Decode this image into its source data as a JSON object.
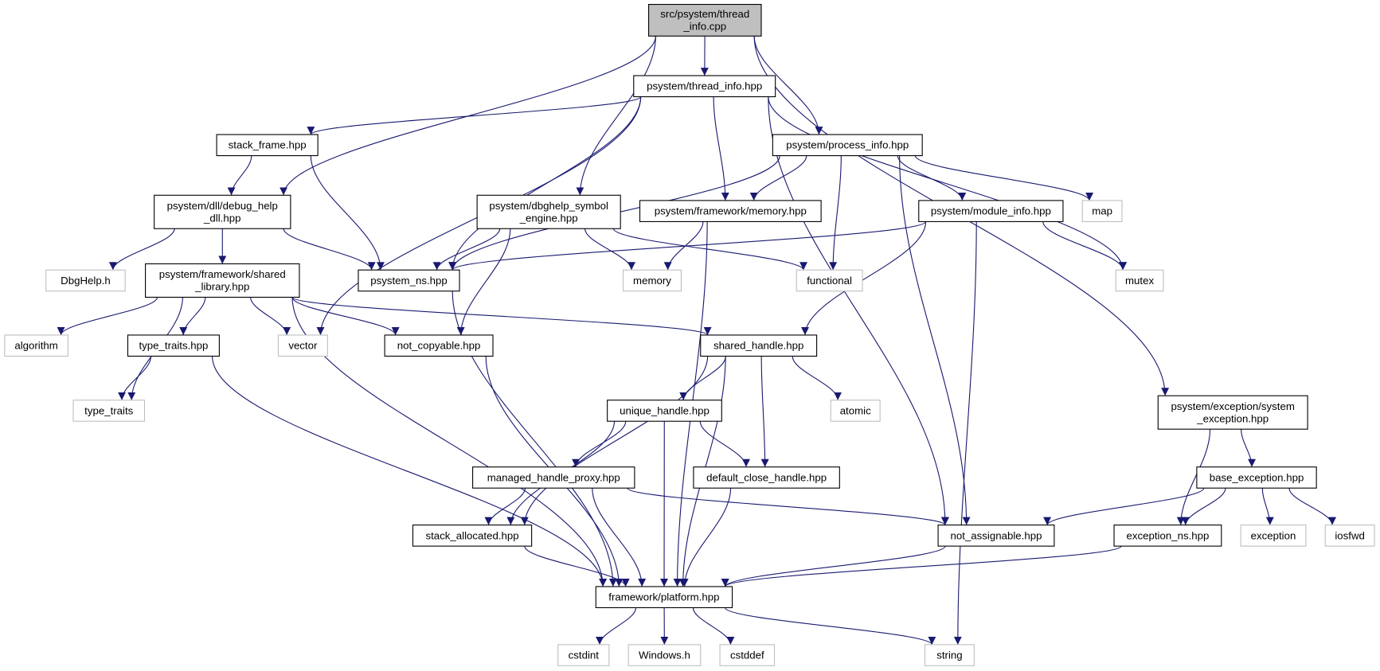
{
  "colors": {
    "edge": "#191970",
    "root_fill": "#bfbfbf",
    "node_border": "#000000",
    "external_border": "#bfbfbf",
    "external_text": "#000000"
  },
  "nodes": [
    {
      "id": "root",
      "label": "src/psystem/thread\n_info.cpp",
      "kind": "root"
    },
    {
      "id": "thread_info",
      "label": "psystem/thread_info.hpp",
      "kind": "file"
    },
    {
      "id": "stack_frame",
      "label": "stack_frame.hpp",
      "kind": "file"
    },
    {
      "id": "process_info",
      "label": "psystem/process_info.hpp",
      "kind": "file"
    },
    {
      "id": "debug_help",
      "label": "psystem/dll/debug_help\n_dll.hpp",
      "kind": "file"
    },
    {
      "id": "dbghelp_symbol",
      "label": "psystem/dbghelp_symbol\n_engine.hpp",
      "kind": "file"
    },
    {
      "id": "memory_hpp",
      "label": "psystem/framework/memory.hpp",
      "kind": "file"
    },
    {
      "id": "module_info",
      "label": "psystem/module_info.hpp",
      "kind": "file"
    },
    {
      "id": "map",
      "label": "map",
      "kind": "external"
    },
    {
      "id": "dbghelp_h",
      "label": "DbgHelp.h",
      "kind": "external"
    },
    {
      "id": "shared_library",
      "label": "psystem/framework/shared\n_library.hpp",
      "kind": "file"
    },
    {
      "id": "psystem_ns",
      "label": "psystem_ns.hpp",
      "kind": "file"
    },
    {
      "id": "memory",
      "label": "memory",
      "kind": "external"
    },
    {
      "id": "functional",
      "label": "functional",
      "kind": "external"
    },
    {
      "id": "mutex",
      "label": "mutex",
      "kind": "external"
    },
    {
      "id": "algorithm",
      "label": "algorithm",
      "kind": "external"
    },
    {
      "id": "type_traits_hpp",
      "label": "type_traits.hpp",
      "kind": "file"
    },
    {
      "id": "vector",
      "label": "vector",
      "kind": "external"
    },
    {
      "id": "not_copyable",
      "label": "not_copyable.hpp",
      "kind": "file"
    },
    {
      "id": "shared_handle",
      "label": "shared_handle.hpp",
      "kind": "file"
    },
    {
      "id": "type_traits",
      "label": "type_traits",
      "kind": "external"
    },
    {
      "id": "atomic",
      "label": "atomic",
      "kind": "external"
    },
    {
      "id": "unique_handle",
      "label": "unique_handle.hpp",
      "kind": "file"
    },
    {
      "id": "system_exception",
      "label": "psystem/exception/system\n_exception.hpp",
      "kind": "file"
    },
    {
      "id": "managed_handle_proxy",
      "label": "managed_handle_proxy.hpp",
      "kind": "file"
    },
    {
      "id": "default_close_handle",
      "label": "default_close_handle.hpp",
      "kind": "file"
    },
    {
      "id": "base_exception",
      "label": "base_exception.hpp",
      "kind": "file"
    },
    {
      "id": "stack_allocated",
      "label": "stack_allocated.hpp",
      "kind": "file"
    },
    {
      "id": "not_assignable",
      "label": "not_assignable.hpp",
      "kind": "file"
    },
    {
      "id": "exception_ns",
      "label": "exception_ns.hpp",
      "kind": "file"
    },
    {
      "id": "exception",
      "label": "exception",
      "kind": "external"
    },
    {
      "id": "iosfwd",
      "label": "iosfwd",
      "kind": "external"
    },
    {
      "id": "platform",
      "label": "framework/platform.hpp",
      "kind": "file"
    },
    {
      "id": "cstdint",
      "label": "cstdint",
      "kind": "external"
    },
    {
      "id": "windows_h",
      "label": "Windows.h",
      "kind": "external"
    },
    {
      "id": "cstddef",
      "label": "cstddef",
      "kind": "external"
    },
    {
      "id": "string",
      "label": "string",
      "kind": "external"
    }
  ],
  "edges": [
    [
      "root",
      "thread_info"
    ],
    [
      "root",
      "debug_help"
    ],
    [
      "root",
      "dbghelp_symbol"
    ],
    [
      "root",
      "process_info"
    ],
    [
      "root",
      "system_exception"
    ],
    [
      "thread_info",
      "stack_frame"
    ],
    [
      "thread_info",
      "psystem_ns"
    ],
    [
      "thread_info",
      "vector"
    ],
    [
      "thread_info",
      "memory_hpp"
    ],
    [
      "thread_info",
      "mutex"
    ],
    [
      "thread_info",
      "not_assignable"
    ],
    [
      "stack_frame",
      "debug_help"
    ],
    [
      "stack_frame",
      "psystem_ns"
    ],
    [
      "process_info",
      "psystem_ns"
    ],
    [
      "process_info",
      "memory_hpp"
    ],
    [
      "process_info",
      "module_info"
    ],
    [
      "process_info",
      "map"
    ],
    [
      "process_info",
      "functional"
    ],
    [
      "process_info",
      "not_assignable"
    ],
    [
      "debug_help",
      "dbghelp_h"
    ],
    [
      "debug_help",
      "shared_library"
    ],
    [
      "debug_help",
      "psystem_ns"
    ],
    [
      "dbghelp_symbol",
      "psystem_ns"
    ],
    [
      "dbghelp_symbol",
      "memory"
    ],
    [
      "dbghelp_symbol",
      "functional"
    ],
    [
      "dbghelp_symbol",
      "not_copyable"
    ],
    [
      "memory_hpp",
      "memory"
    ],
    [
      "memory_hpp",
      "platform"
    ],
    [
      "module_info",
      "psystem_ns"
    ],
    [
      "module_info",
      "shared_handle"
    ],
    [
      "module_info",
      "mutex"
    ],
    [
      "module_info",
      "string"
    ],
    [
      "shared_library",
      "algorithm"
    ],
    [
      "shared_library",
      "type_traits_hpp"
    ],
    [
      "shared_library",
      "type_traits"
    ],
    [
      "shared_library",
      "vector"
    ],
    [
      "shared_library",
      "not_copyable"
    ],
    [
      "shared_library",
      "shared_handle"
    ],
    [
      "shared_library",
      "platform"
    ],
    [
      "psystem_ns",
      "platform"
    ],
    [
      "type_traits_hpp",
      "type_traits"
    ],
    [
      "type_traits_hpp",
      "platform"
    ],
    [
      "not_copyable",
      "platform"
    ],
    [
      "shared_handle",
      "stack_allocated"
    ],
    [
      "shared_handle",
      "unique_handle"
    ],
    [
      "shared_handle",
      "default_close_handle"
    ],
    [
      "shared_handle",
      "atomic"
    ],
    [
      "shared_handle",
      "platform"
    ],
    [
      "unique_handle",
      "managed_handle_proxy"
    ],
    [
      "unique_handle",
      "stack_allocated"
    ],
    [
      "unique_handle",
      "default_close_handle"
    ],
    [
      "unique_handle",
      "platform"
    ],
    [
      "managed_handle_proxy",
      "stack_allocated"
    ],
    [
      "managed_handle_proxy",
      "platform"
    ],
    [
      "managed_handle_proxy",
      "not_assignable"
    ],
    [
      "default_close_handle",
      "platform"
    ],
    [
      "system_exception",
      "base_exception"
    ],
    [
      "system_exception",
      "exception_ns"
    ],
    [
      "base_exception",
      "not_assignable"
    ],
    [
      "base_exception",
      "exception_ns"
    ],
    [
      "base_exception",
      "exception"
    ],
    [
      "base_exception",
      "iosfwd"
    ],
    [
      "stack_allocated",
      "platform"
    ],
    [
      "not_assignable",
      "platform"
    ],
    [
      "exception_ns",
      "platform"
    ],
    [
      "platform",
      "cstdint"
    ],
    [
      "platform",
      "windows_h"
    ],
    [
      "platform",
      "cstddef"
    ],
    [
      "platform",
      "string"
    ]
  ]
}
